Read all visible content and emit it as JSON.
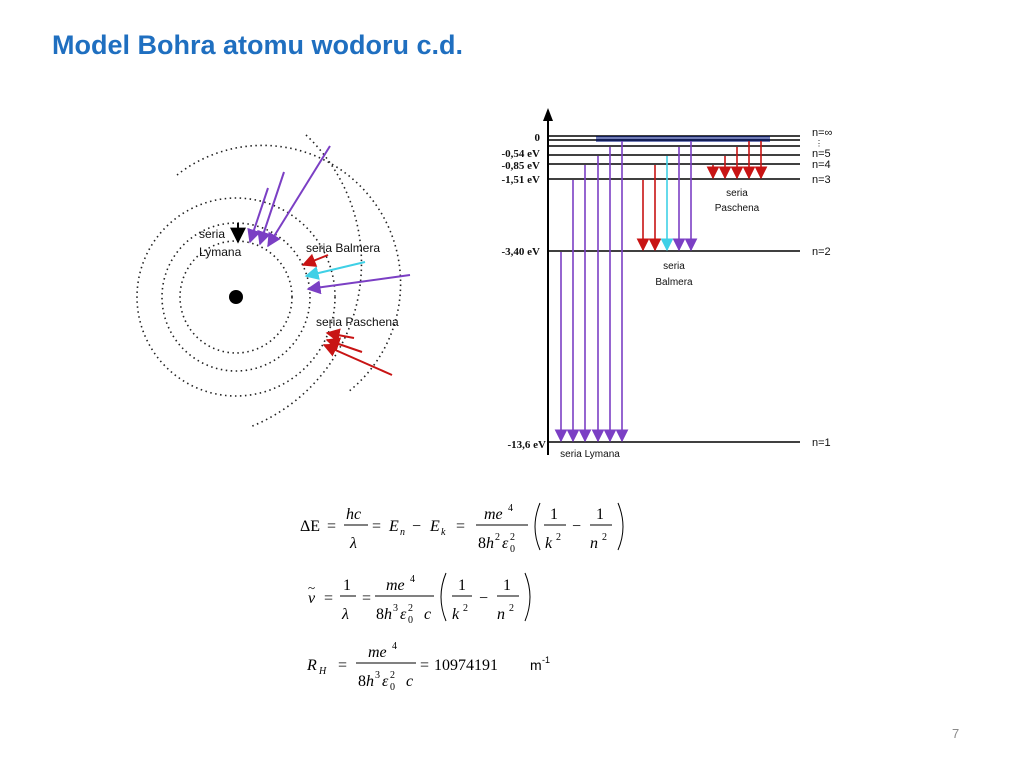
{
  "slide": {
    "title": "Model Bohra atomu wodoru c.d.",
    "page_number": "7"
  },
  "orbit_diagram": {
    "labels": {
      "lyman": [
        "seria",
        "Lymana"
      ],
      "balmer": "seria Balmera",
      "paschen": "seria Paschena"
    }
  },
  "energy_diagram": {
    "energies": [
      "0",
      "-0,54 eV",
      "-0,85 eV",
      "-1,51 eV",
      "-3,40 eV",
      "-13,6 eV"
    ],
    "levels": [
      "n=∞",
      "n=5",
      "n=4",
      "n=3",
      "n=2",
      "n=1"
    ],
    "series_labels": {
      "paschen": [
        "seria",
        "Paschena"
      ],
      "balmer": [
        "seria",
        "Balmera"
      ],
      "lyman": "seria Lymana"
    }
  },
  "formulas": {
    "rydberg_value": "10974191",
    "rydberg_unit": "m",
    "rydberg_unit_exp": "-1"
  },
  "colors": {
    "title": "#1f6fc0",
    "violet": "#7b3fc4",
    "red": "#c81414",
    "cyan": "#3fd0e6"
  }
}
